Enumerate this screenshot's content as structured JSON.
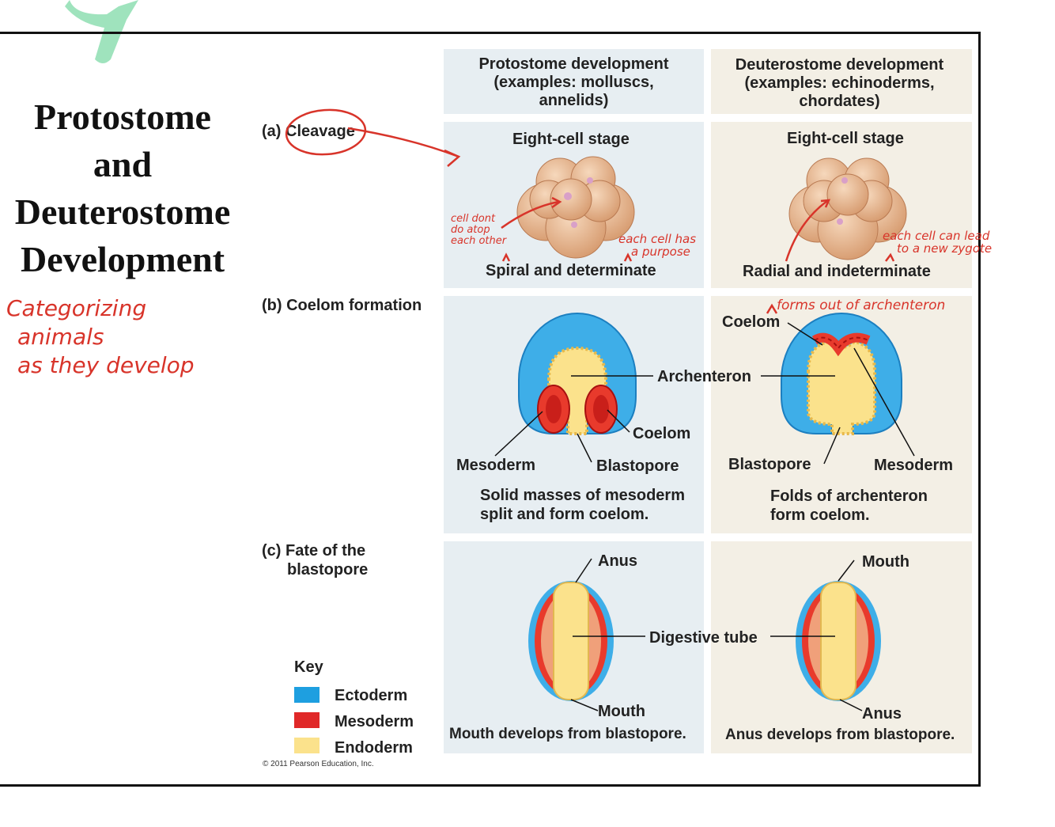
{
  "title": {
    "line1": "Protostome",
    "line2": "and",
    "line3": "Deuterostome",
    "line4": "Development"
  },
  "notes": {
    "margin": [
      "Categorizing",
      "animals",
      "as they develop"
    ],
    "cleavage_left": [
      "cell dont",
      "do atop",
      "each other"
    ],
    "cleavage_mid": [
      "each cell has",
      "a purpose"
    ],
    "cleavage_right": [
      "each cell can lead",
      "to a new zygote"
    ],
    "coelom_right": "forms out of archenteron"
  },
  "headers": {
    "left": [
      "Protostome development",
      "(examples: molluscs,",
      "annelids)"
    ],
    "right": [
      "Deuterostome development",
      "(examples: echinoderms,",
      "chordates)"
    ]
  },
  "sections": {
    "a": "(a) Cleavage",
    "b": "(b) Coelom formation",
    "c1": "(c) Fate of the",
    "c2": "blastopore"
  },
  "cleavage": {
    "left_stage": "Eight-cell stage",
    "right_stage": "Eight-cell stage",
    "left_caption": "Spiral and determinate",
    "right_caption": "Radial and indeterminate"
  },
  "coelom": {
    "archenteron": "Archenteron",
    "left_coelom": "Coelom",
    "left_mesoderm": "Mesoderm",
    "left_blastopore": "Blastopore",
    "left_caption": [
      "Solid masses of mesoderm",
      "split and form coelom."
    ],
    "right_coelom": "Coelom",
    "right_blastopore": "Blastopore",
    "right_mesoderm": "Mesoderm",
    "right_caption": [
      "Folds of archenteron",
      "form coelom."
    ]
  },
  "fate": {
    "left_top": "Anus",
    "left_bottom": "Mouth",
    "digestive": "Digestive tube",
    "right_top": "Mouth",
    "right_bottom": "Anus",
    "left_caption": "Mouth develops from blastopore.",
    "right_caption": "Anus develops from blastopore."
  },
  "key": {
    "title": "Key",
    "items": [
      {
        "label": "Ectoderm",
        "color": "#1e9fe0"
      },
      {
        "label": "Mesoderm",
        "color": "#e02828"
      },
      {
        "label": "Endoderm",
        "color": "#fbe28c"
      }
    ]
  },
  "copyright": "© 2011 Pearson Education, Inc.",
  "colors": {
    "ink": "#d8342a",
    "highlighter": "#8fe0b0",
    "left_panel": "#e7eef2",
    "right_panel": "#f3efe5"
  }
}
